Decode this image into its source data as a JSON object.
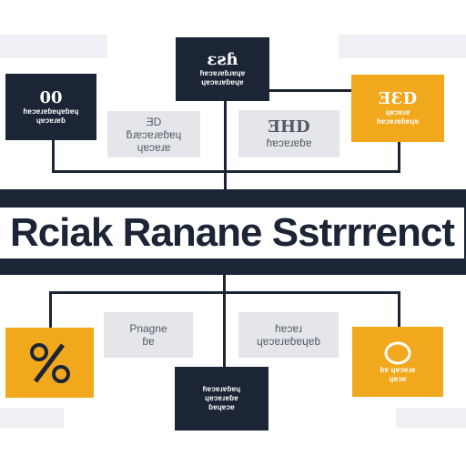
{
  "colors": {
    "dark": "#1b2535",
    "orange": "#f2a81d",
    "gray": "#e4e6ea",
    "panel": "#eef0f3"
  },
  "banner": {
    "title": "Rciak Ranane Sstrrrenct"
  },
  "top": {
    "center": {
      "title": "ɛƨɦ",
      "line1": "ɦɐɔɐɹɐɓɹɐɥɐ",
      "line2": "ɥɐɔɐɹɐɓɐɥɐ"
    },
    "left": {
      "title": "00",
      "line1": "ɦɐɔɐɹɐɓɐɥɐɓɐɥ",
      "line2": "ɥɐɔɐɹɐɓ"
    },
    "right": {
      "title": "ƎƐD",
      "line1": "ɥɐɔɐɹɐ",
      "line2": "ɦɐɔɐɹɐɓɐɥɐ"
    },
    "gray_left": {
      "title": "ƎD",
      "line1": "ƃɹɐɔɐɹɐɓɐɥ",
      "line2": "ɥɐɔɐɹɐ"
    },
    "gray_right": {
      "title": "ƎHD",
      "line1": "ɦɐɔɐɹɐɓɐ"
    }
  },
  "bottom": {
    "left": {
      "icon": "percent-icon"
    },
    "right": {
      "icon": "circle-icon",
      "line1": "ɓɐ ɥɐɔɐɹɐ",
      "line2": "ɥɐɔɐ"
    },
    "center": {
      "line1": "ɦɐɔɐɹɐɓɐɥ",
      "line2": "ɥɐɔɐɹɐɓɐ",
      "line3": "ɓɐɥɐɔɐ"
    },
    "gray_left": {
      "title": "Pnagne",
      "line1": "ɓɐ"
    },
    "gray_right": {
      "line1": "ɦɐɔɐɹ",
      "line2": "ɥɐɔɐɹɐɓɐɥɐɓ"
    }
  }
}
